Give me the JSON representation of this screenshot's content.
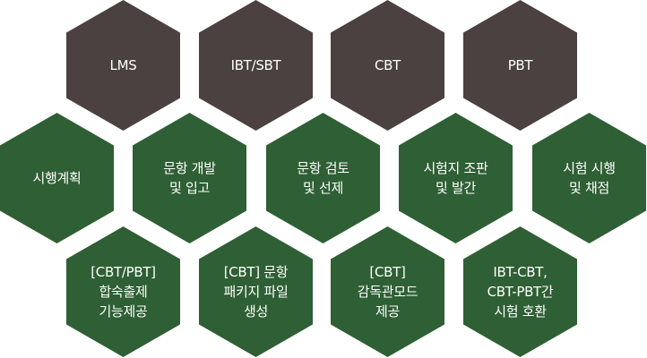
{
  "diagram": {
    "colors": {
      "platform": "#4a4140",
      "function": "#2f5f34",
      "text": "#ffffff"
    },
    "platforms": [
      {
        "lines": [
          "LMS"
        ]
      },
      {
        "lines": [
          "IBT/SBT"
        ]
      },
      {
        "lines": [
          "CBT"
        ]
      },
      {
        "lines": [
          "PBT"
        ]
      }
    ],
    "process": [
      {
        "lines": [
          "시행계획"
        ]
      },
      {
        "lines": [
          "문항 개발",
          "및 입고"
        ]
      },
      {
        "lines": [
          "문항 검토",
          "및 선제"
        ]
      },
      {
        "lines": [
          "시험지 조판",
          "및 발간"
        ]
      },
      {
        "lines": [
          "시험 시행",
          "및 채점"
        ]
      }
    ],
    "features": [
      {
        "lines": [
          "[CBT/PBT]",
          "합숙출제",
          "기능제공"
        ]
      },
      {
        "lines": [
          "[CBT] 문항",
          "패키지 파일",
          "생성"
        ]
      },
      {
        "lines": [
          "[CBT]",
          "감독관모드",
          "제공"
        ]
      },
      {
        "lines": [
          "IBT-CBT,",
          "CBT-PBT간",
          "시험 호환"
        ]
      }
    ]
  }
}
